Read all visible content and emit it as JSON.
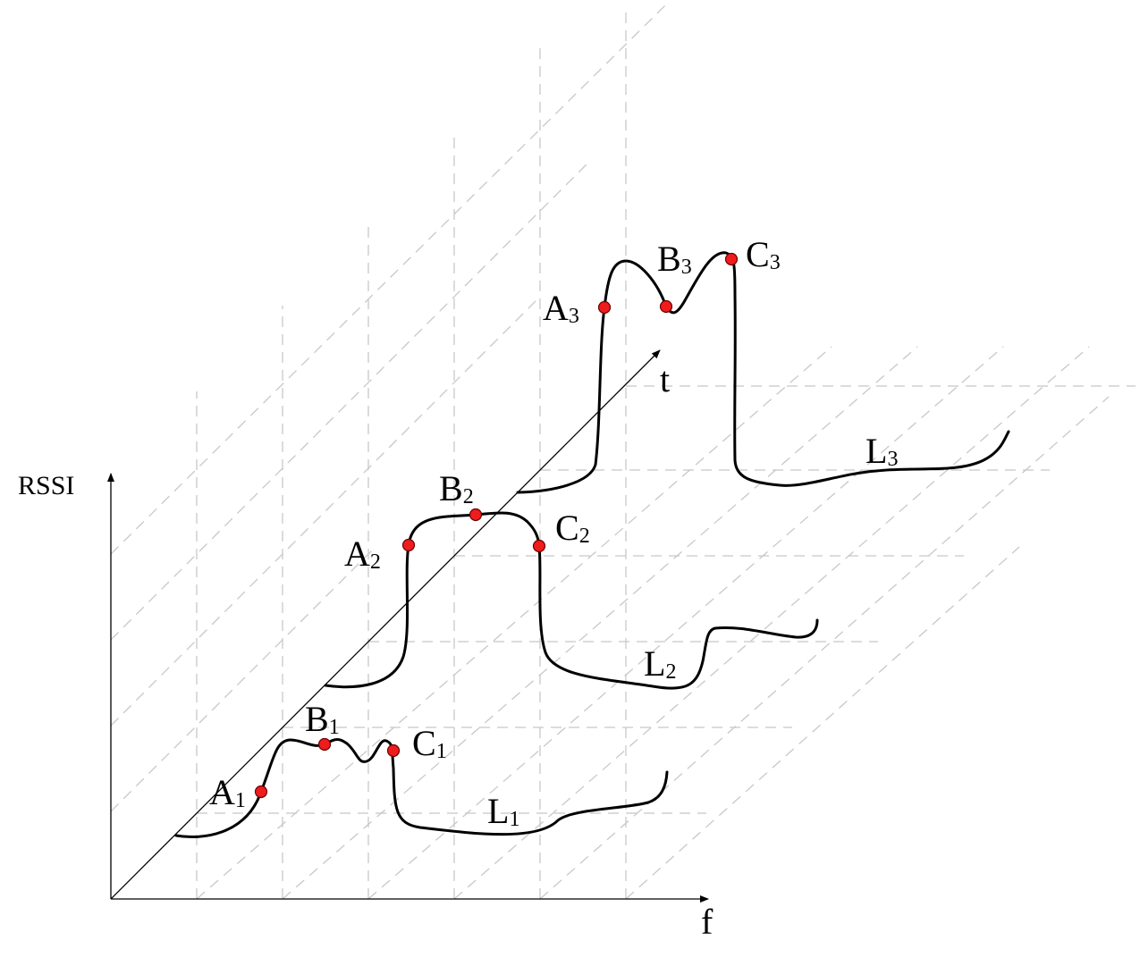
{
  "axes": {
    "y_label": "RSSI",
    "x_label": "f",
    "t_label": "t"
  },
  "traces": [
    {
      "name": "L1",
      "points": [
        {
          "letter": "A",
          "subscript": "1"
        },
        {
          "letter": "B",
          "subscript": "1"
        },
        {
          "letter": "C",
          "subscript": "1"
        }
      ],
      "line_label": {
        "letter": "L",
        "subscript": "1"
      }
    },
    {
      "name": "L2",
      "points": [
        {
          "letter": "A",
          "subscript": "2"
        },
        {
          "letter": "B",
          "subscript": "2"
        },
        {
          "letter": "C",
          "subscript": "2"
        }
      ],
      "line_label": {
        "letter": "L",
        "subscript": "2"
      }
    },
    {
      "name": "L3",
      "points": [
        {
          "letter": "A",
          "subscript": "3"
        },
        {
          "letter": "B",
          "subscript": "3"
        },
        {
          "letter": "C",
          "subscript": "3"
        }
      ],
      "line_label": {
        "letter": "L",
        "subscript": "3"
      }
    }
  ],
  "colors": {
    "marker": "#ee1c1c",
    "grid": "#c8c8c8",
    "curve": "#000000"
  }
}
